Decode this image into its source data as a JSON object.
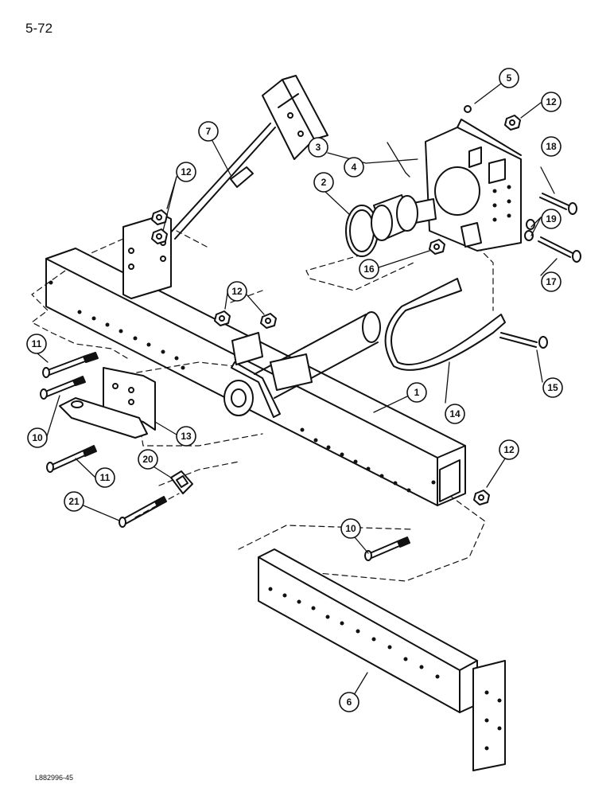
{
  "page_number": "5-72",
  "footer_code": "L882996-45",
  "callouts": [
    {
      "id": "1",
      "label": "1"
    },
    {
      "id": "2",
      "label": "2"
    },
    {
      "id": "3",
      "label": "3"
    },
    {
      "id": "4",
      "label": "4"
    },
    {
      "id": "5",
      "label": "5"
    },
    {
      "id": "6",
      "label": "6"
    },
    {
      "id": "7",
      "label": "7"
    },
    {
      "id": "10a",
      "label": "10"
    },
    {
      "id": "10b",
      "label": "10"
    },
    {
      "id": "11a",
      "label": "11"
    },
    {
      "id": "11b",
      "label": "11"
    },
    {
      "id": "12a",
      "label": "12"
    },
    {
      "id": "12b",
      "label": "12"
    },
    {
      "id": "12c",
      "label": "12"
    },
    {
      "id": "12d",
      "label": "12"
    },
    {
      "id": "13",
      "label": "13"
    },
    {
      "id": "14",
      "label": "14"
    },
    {
      "id": "15",
      "label": "15"
    },
    {
      "id": "16",
      "label": "16"
    },
    {
      "id": "17",
      "label": "17"
    },
    {
      "id": "18",
      "label": "18"
    },
    {
      "id": "19",
      "label": "19"
    },
    {
      "id": "20",
      "label": "20"
    },
    {
      "id": "21",
      "label": "21"
    }
  ]
}
